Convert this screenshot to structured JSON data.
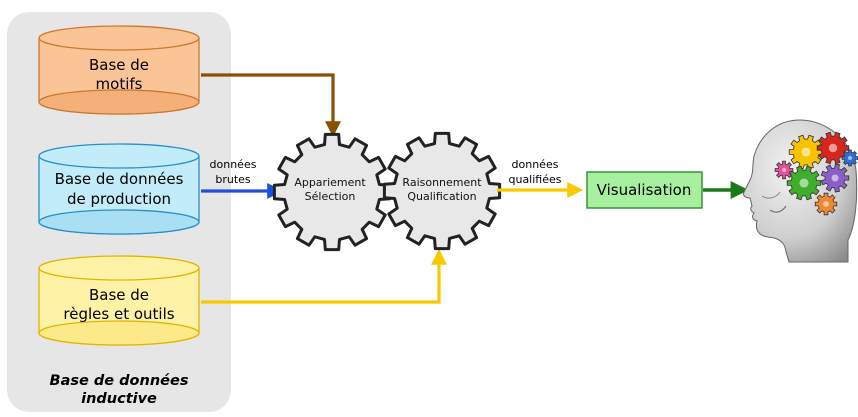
{
  "panel": {
    "caption_line1": "Base de données",
    "caption_line2": "inductive"
  },
  "databases": [
    {
      "line1": "Base de",
      "line2": "motifs",
      "fill": "#fbc496",
      "stroke": "#c87a2e"
    },
    {
      "line1": "Base de données",
      "line2": "de production",
      "fill": "#c3ecfa",
      "stroke": "#2a8ec6"
    },
    {
      "line1": "Base de",
      "line2": "règles et outils",
      "fill": "#fdf2a6",
      "stroke": "#e2b400"
    }
  ],
  "gears": [
    {
      "line1": "Appariement",
      "line2": "Sélection"
    },
    {
      "line1": "Raisonnement",
      "line2": "Qualification"
    }
  ],
  "edge_labels": {
    "raw_line1": "données",
    "raw_line2": "brutes",
    "qualified_line1": "données",
    "qualified_line2": "qualifiées"
  },
  "visualisation": {
    "label": "Visualisation",
    "fill": "#a6f0a0",
    "stroke": "#2f8a2f"
  },
  "colors": {
    "brown_arrow": "#8a4f00",
    "blue_arrow": "#1f4fe0",
    "yellow_arrow": "#f8c800",
    "green_arrow": "#1a7a1a",
    "gear_fill": "#e8e8e8",
    "gear_stroke": "#222222",
    "panel_fill": "#e6e6e6"
  },
  "icons": {
    "head": "head-with-gears-icon"
  }
}
